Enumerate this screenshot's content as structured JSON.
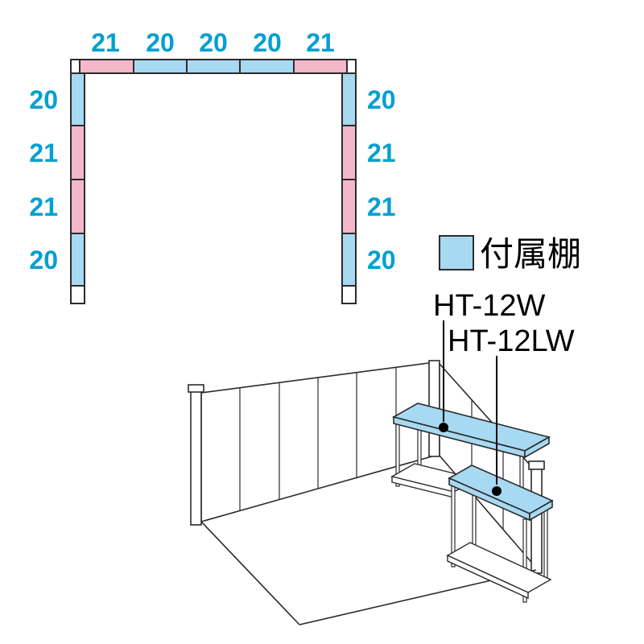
{
  "colors": {
    "panel_blue": "#a7d9f2",
    "panel_pink": "#f4b7c9",
    "shelf_blue": "#a7d9f2",
    "label_blue": "#00a0d2",
    "outline": "#2b2b2b"
  },
  "plan": {
    "top_labels": [
      "21",
      "20",
      "20",
      "20",
      "21"
    ],
    "left_labels": [
      "20",
      "21",
      "21",
      "20"
    ],
    "right_labels": [
      "20",
      "21",
      "21",
      "20"
    ]
  },
  "legend": {
    "shelf_label": "付属棚",
    "model_upper": "HT-12W",
    "model_lower": "HT-12LW"
  }
}
